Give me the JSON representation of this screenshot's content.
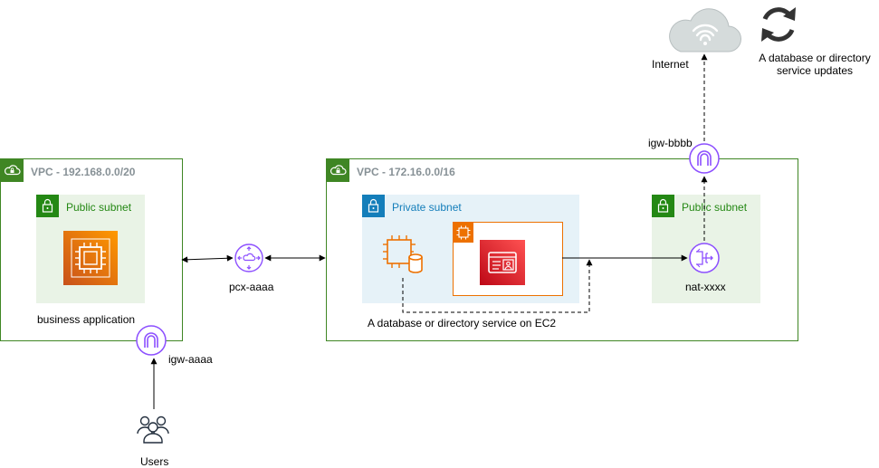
{
  "vpc_left": {
    "title": "VPC - 192.168.0.0/20"
  },
  "vpc_right": {
    "title": "VPC - 172.16.0.0/16"
  },
  "subnet_left_public": {
    "title": "Public subnet"
  },
  "subnet_private": {
    "title": "Private subnet"
  },
  "subnet_right_public": {
    "title": "Public subnet"
  },
  "labels": {
    "business_application": "business application",
    "peering": "pcx-aaaa",
    "igw_left": "igw-aaaa",
    "users": "Users",
    "igw_right": "igw-bbbb",
    "internet": "Internet",
    "updates_line1": "A database or directory",
    "updates_line2": "service updates",
    "ec2_service": "A database or directory service on EC2",
    "nat": "nat-xxxx"
  },
  "colors": {
    "vpc_border": "#3f8624",
    "public_subnet_fill": "#e9f3e6",
    "private_subnet_fill": "#e6f2f8",
    "public_accent": "#248814",
    "private_accent": "#147eba",
    "network_icon": "#8c4fff",
    "compute_orange": "#ed7100",
    "security_red": "#dd344c"
  },
  "icons": [
    "cloud-vpc-icon",
    "lock-icon",
    "ec2-instance-icon",
    "peering-icon",
    "internet-gateway-icon",
    "users-icon",
    "internet-cloud-icon",
    "refresh-icon",
    "ec2-db-icon",
    "directory-service-icon",
    "nat-gateway-icon"
  ]
}
